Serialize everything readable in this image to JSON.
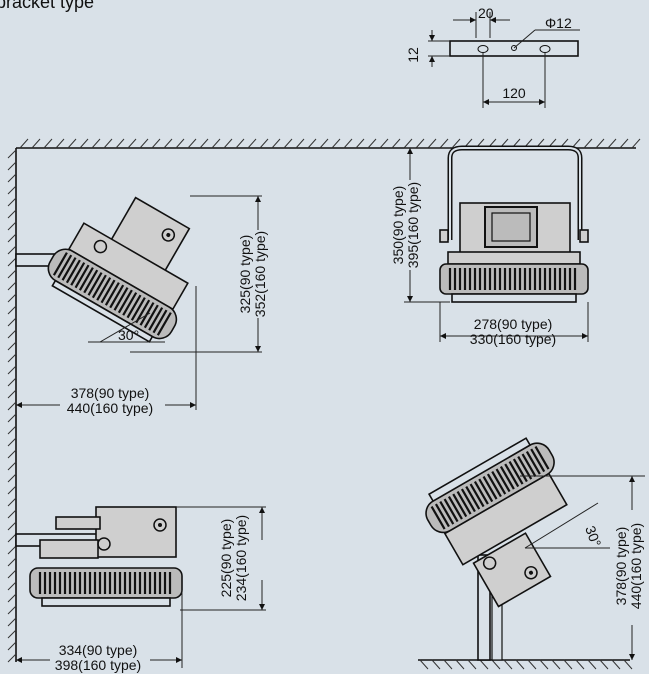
{
  "heading": "bracket type",
  "bracket_plate": {
    "dim_top": "20",
    "dim_hole": "Φ12",
    "dim_left": "12",
    "dim_bottom": "120"
  },
  "wall_side_mount": {
    "height_line1": "325(90 type)",
    "height_line2": "352(160 type)",
    "width_line1": "378(90 type)",
    "width_line2": "440(160 type)",
    "angle": "30°"
  },
  "ceiling_mount": {
    "height_line1": "350(90 type)",
    "height_line2": "395(160 type)",
    "width_line1": "278(90 type)",
    "width_line2": "330(160 type)"
  },
  "wall_horizontal_mount": {
    "height_line1": "225(90 type)",
    "height_line2": "234(160 type)",
    "width_line1": "334(90 type)",
    "width_line2": "398(160 type)"
  },
  "floor_mount": {
    "height_line1": "378(90 type)",
    "height_line2": "440(160 type)",
    "angle": "30°"
  }
}
